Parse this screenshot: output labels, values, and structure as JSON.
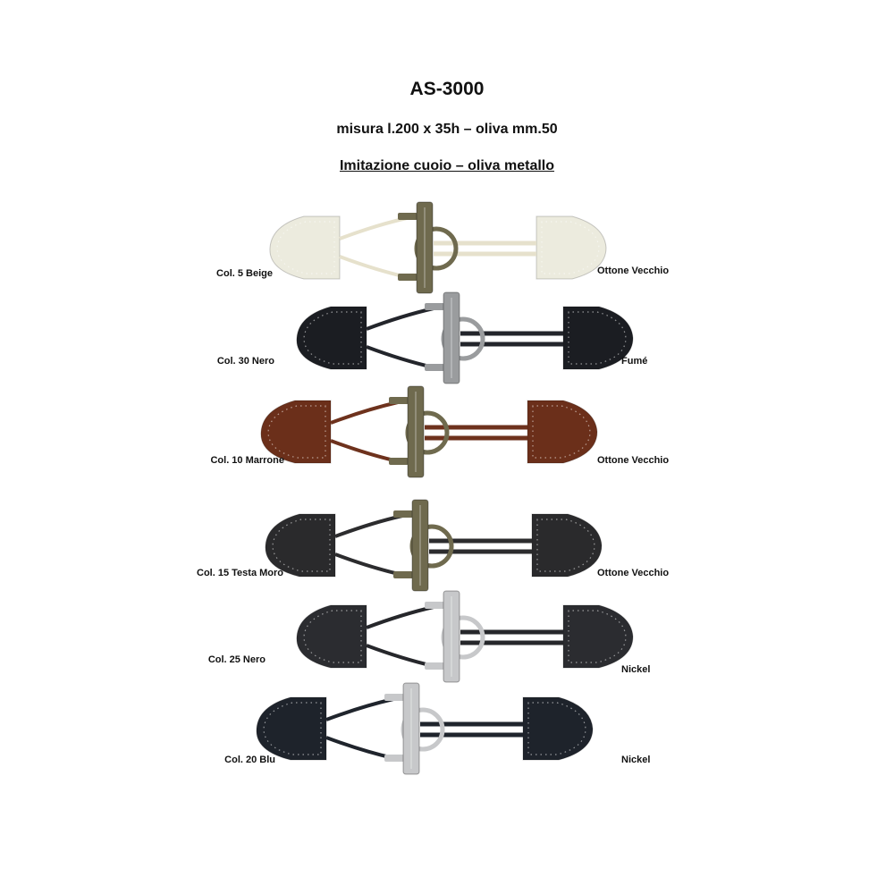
{
  "header": {
    "code": "AS-3000",
    "size": "misura l.200 x 35h – oliva mm.50",
    "material": "Imitazione cuoio – oliva metallo"
  },
  "products": [
    {
      "color_label": "Col. 5 Beige",
      "finish_label": "Ottone Vecchio",
      "leather_color": "#ecebde",
      "cord_color": "#e6e1cc",
      "metal_color": "#6f6a4e"
    },
    {
      "color_label": "Col. 30 Nero",
      "finish_label": "Fumé",
      "leather_color": "#1b1d22",
      "cord_color": "#23252b",
      "metal_color": "#9a9c9e"
    },
    {
      "color_label": "Col. 10 Marrone",
      "finish_label": "Ottone Vecchio",
      "leather_color": "#6b2f1a",
      "cord_color": "#6e321d",
      "metal_color": "#6f6a4e"
    },
    {
      "color_label": "Col. 15 Testa Moro",
      "finish_label": "Ottone Vecchio",
      "leather_color": "#2a2a2c",
      "cord_color": "#2c2c2e",
      "metal_color": "#6f6a4e"
    },
    {
      "color_label": "Col. 25 Nero",
      "finish_label": "Nickel",
      "leather_color": "#2b2c30",
      "cord_color": "#26272b",
      "metal_color": "#c7c8ca"
    },
    {
      "color_label": "Col. 20 Blu",
      "finish_label": "Nickel",
      "leather_color": "#1e232b",
      "cord_color": "#1f242c",
      "metal_color": "#c7c8ca"
    }
  ]
}
